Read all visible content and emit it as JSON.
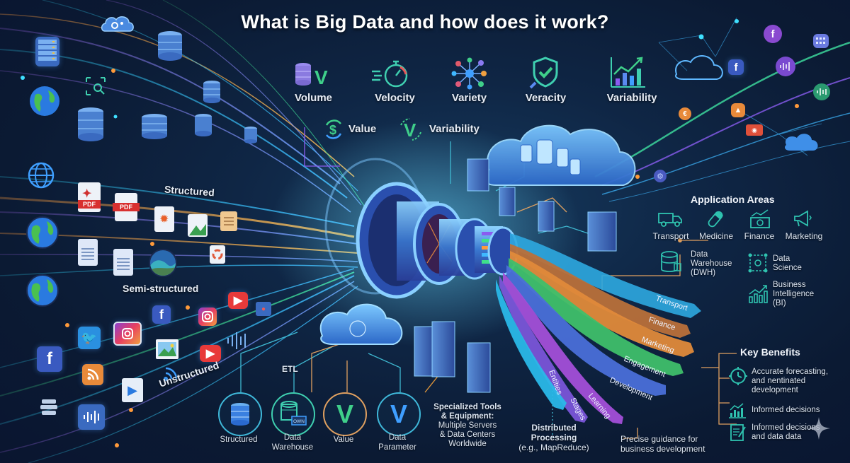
{
  "title": "What is Big Data and how does it work?",
  "vs_top": [
    {
      "label": "Volume",
      "icon": "database-v-icon"
    },
    {
      "label": "Velocity",
      "icon": "stopwatch-icon"
    },
    {
      "label": "Variety",
      "icon": "network-nodes-icon"
    },
    {
      "label": "Veracity",
      "icon": "shield-check-icon"
    },
    {
      "label": "Variability",
      "icon": "bar-chart-growth-icon"
    }
  ],
  "vs_secondary": [
    {
      "label": "Value",
      "icon": "dollar-cycle-icon"
    },
    {
      "label": "Variability",
      "icon": "v-cycle-icon"
    }
  ],
  "data_types": {
    "structured": "Structured",
    "semi_structured": "Semi-structured",
    "unstructured": "Unstructured"
  },
  "file_icons": {
    "pdf1": "PDF",
    "pdf2": "PDF"
  },
  "etl_label": "ETL",
  "bottom_nodes": [
    {
      "label": "Structured",
      "icon": "database-icon"
    },
    {
      "label": "Data\nWarehouse",
      "icon": "data-warehouse-icon",
      "badge": "OWN"
    },
    {
      "label": "Value",
      "icon": "v-letter-icon",
      "glyph": "V"
    },
    {
      "label": "Data\nParameter",
      "icon": "v-letter-icon",
      "glyph": "V"
    }
  ],
  "tools": {
    "title_line1": "Specialized Tools",
    "title_line2": "& Equipment:",
    "line3": "Multiple Servers",
    "line4": "& Data Centers",
    "line5": "Worldwide"
  },
  "distributed": {
    "line1": "Distributed",
    "line2": "Processing",
    "line3": "(e.g., MapReduce)"
  },
  "precise_guidance": {
    "line1": "Precise guidance for",
    "line2": "business development"
  },
  "ribbons": [
    {
      "label": "Transport",
      "color": "#2ea8e0"
    },
    {
      "label": "Finance",
      "color": "#c9703a"
    },
    {
      "label": "Marketing",
      "color": "#e08a3a"
    },
    {
      "label": "Engagement",
      "color": "#3fbf6a"
    },
    {
      "label": "Development",
      "color": "#4a6fd8"
    },
    {
      "label": "Learning",
      "color": "#a34fd8"
    },
    {
      "label": "Entities",
      "color": "#2ab8e8"
    },
    {
      "label": "Stages",
      "color": "#7a55d8"
    }
  ],
  "application_areas": {
    "title": "Application Areas",
    "items": [
      {
        "label": "Transport",
        "icon": "truck-icon"
      },
      {
        "label": "Medicine",
        "icon": "pill-icon"
      },
      {
        "label": "Finance",
        "icon": "money-growth-icon"
      },
      {
        "label": "Marketing",
        "icon": "megaphone-icon"
      }
    ],
    "dwh": {
      "line1": "Data",
      "line2": "Warehouse",
      "line3": "(DWH)"
    },
    "data_science": {
      "line1": "Data",
      "line2": "Science"
    },
    "bi": {
      "line1": "Business",
      "line2": "Intelligence",
      "line3": "(BI)"
    }
  },
  "key_benefits": {
    "title": "Key Benefits",
    "items": [
      {
        "lines": [
          "Accurate forecasting,",
          "and nentinated",
          "development"
        ],
        "icon": "clock-gear-icon"
      },
      {
        "lines": [
          "Informed decisions"
        ],
        "icon": "chart-up-icon"
      },
      {
        "lines": [
          "Informed decisions",
          "and data data"
        ],
        "icon": "document-edit-icon"
      }
    ]
  },
  "colors": {
    "background": "#0c1a33",
    "accent_cyan": "#3fd0e8",
    "accent_green": "#3fcf8a",
    "accent_purple": "#8a5cf0",
    "accent_orange": "#e89a3a",
    "teal_icon": "#2fc3b0"
  }
}
